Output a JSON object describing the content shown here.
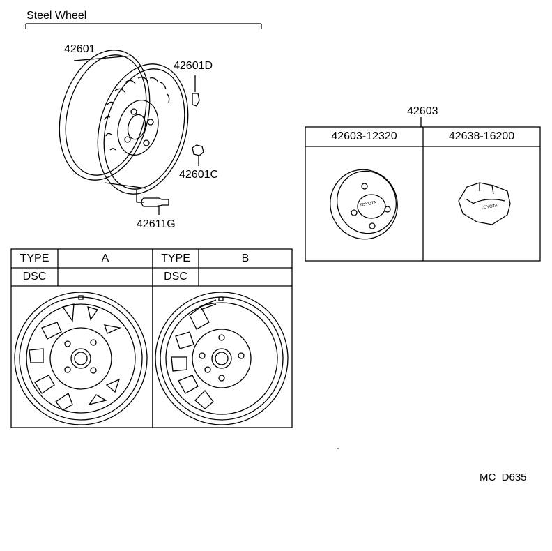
{
  "section_title": "Steel Wheel",
  "parts": {
    "wheel": "42601",
    "balance_weight": "42601D",
    "nut": "42601C",
    "valve": "42611G",
    "ornament": "42603"
  },
  "ornament_table": {
    "col1": "42603-12320",
    "col2": "42638-16200",
    "emblem_text": "TOYOTA"
  },
  "type_table_a": {
    "type_label": "TYPE",
    "type_value": "A",
    "dsc_label": "DSC",
    "dsc_value": ""
  },
  "type_table_b": {
    "type_label": "TYPE",
    "type_value": "B",
    "dsc_label": "DSC",
    "dsc_value": ""
  },
  "page_code": "MC  D635"
}
